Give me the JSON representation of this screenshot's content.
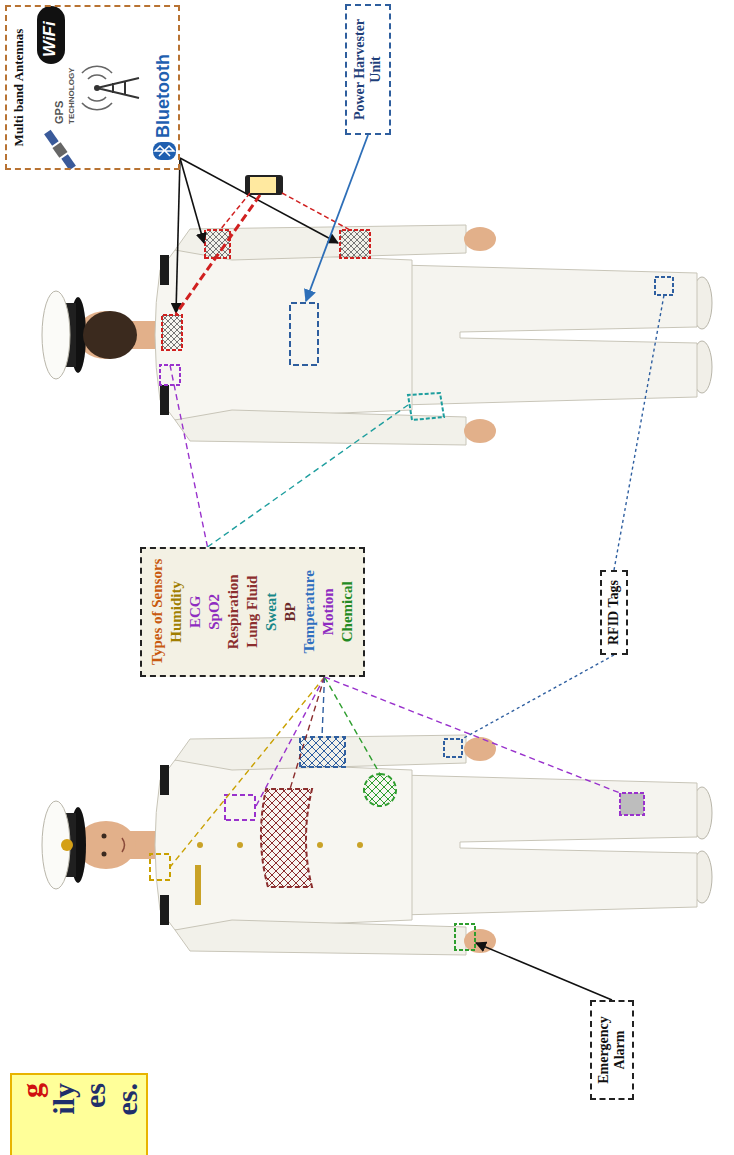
{
  "diagram": {
    "nodes": [
      {
        "text": [
          "g ily es es."
        ]
      },
      {
        "text": [
          "Types of Sensors",
          "Humidity",
          "ECG",
          "SpO2",
          "Respiration",
          "Lung Fluid",
          "Sweat",
          "BP",
          "Temperature",
          "Motion",
          "Chemical"
        ]
      },
      {
        "text": [
          "Multi band Antennas",
          "GPS",
          "TECHNOLOGY",
          "WiFi",
          "Bluetooth"
        ]
      },
      {
        "text": [
          "Power Harvester Unit"
        ]
      },
      {
        "text": [
          "RFID Tags"
        ]
      },
      {
        "text": [
          "Emergency Alarm"
        ]
      }
    ]
  }
}
